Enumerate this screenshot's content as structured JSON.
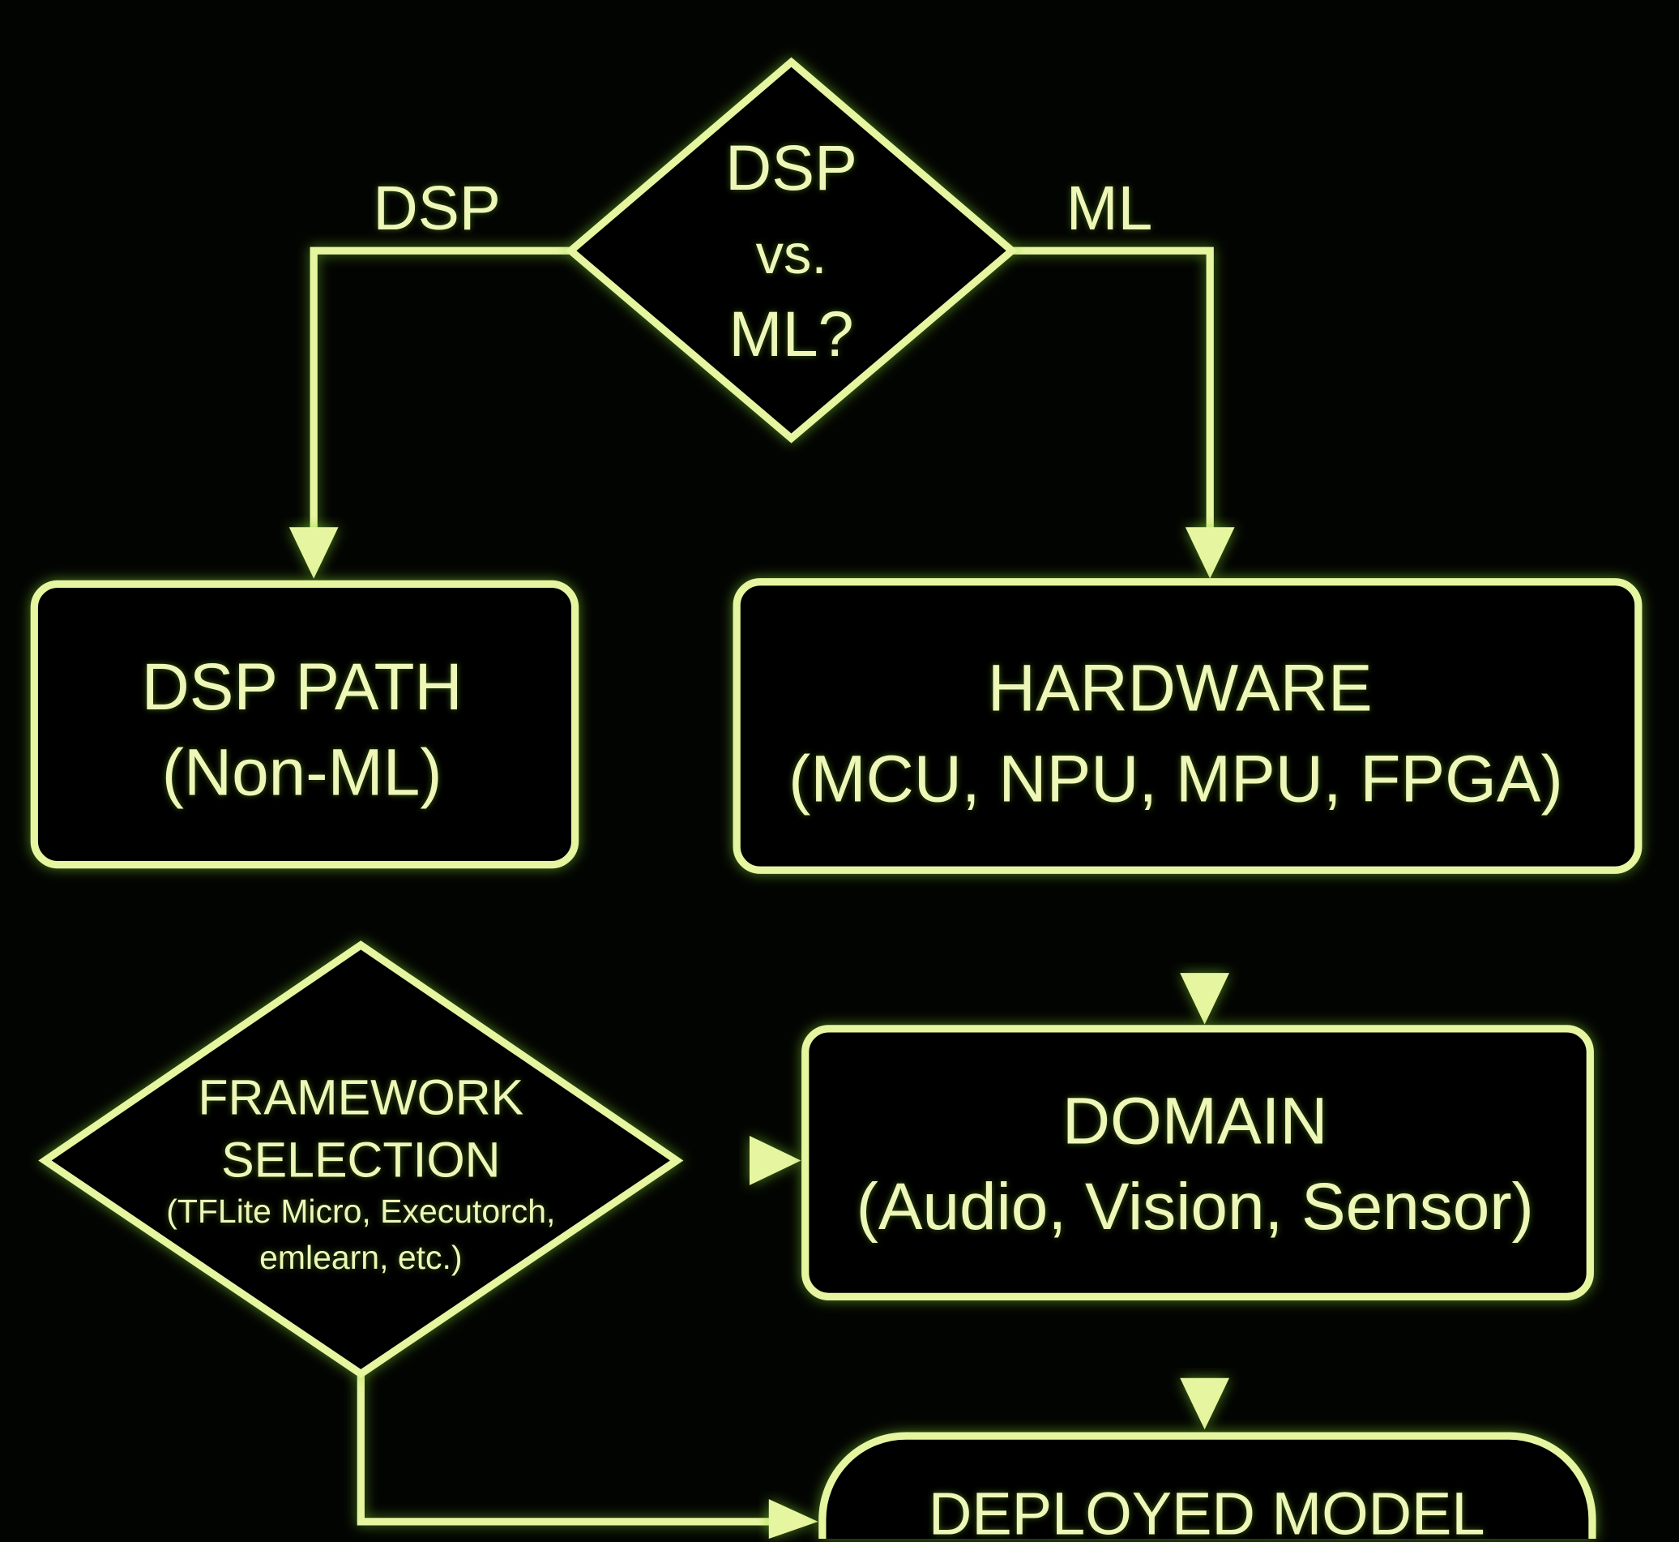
{
  "colors": {
    "background": "#020402",
    "line": "#e6f5a0",
    "text": "#eef6b8",
    "glow": "#7fd02a"
  },
  "decision_main": {
    "lines": [
      "DSP",
      "vs.",
      "ML?"
    ]
  },
  "branch_labels": {
    "left": "DSP",
    "right": "ML"
  },
  "dsp_path": {
    "title": "DSP PATH",
    "subtitle": "(Non-ML)"
  },
  "hardware": {
    "title": "HARDWARE",
    "subtitle": "(MCU, NPU, MPU, FPGA)"
  },
  "domain": {
    "title": "DOMAIN",
    "subtitle": "(Audio, Vision, Sensor)"
  },
  "framework": {
    "title1": "FRAMEWORK",
    "title2": "SELECTION",
    "detail1": "(TFLite Micro, Executorch,",
    "detail2": "emlearn, etc.)"
  },
  "deployed": {
    "title": "DEPLOYED MODEL"
  }
}
